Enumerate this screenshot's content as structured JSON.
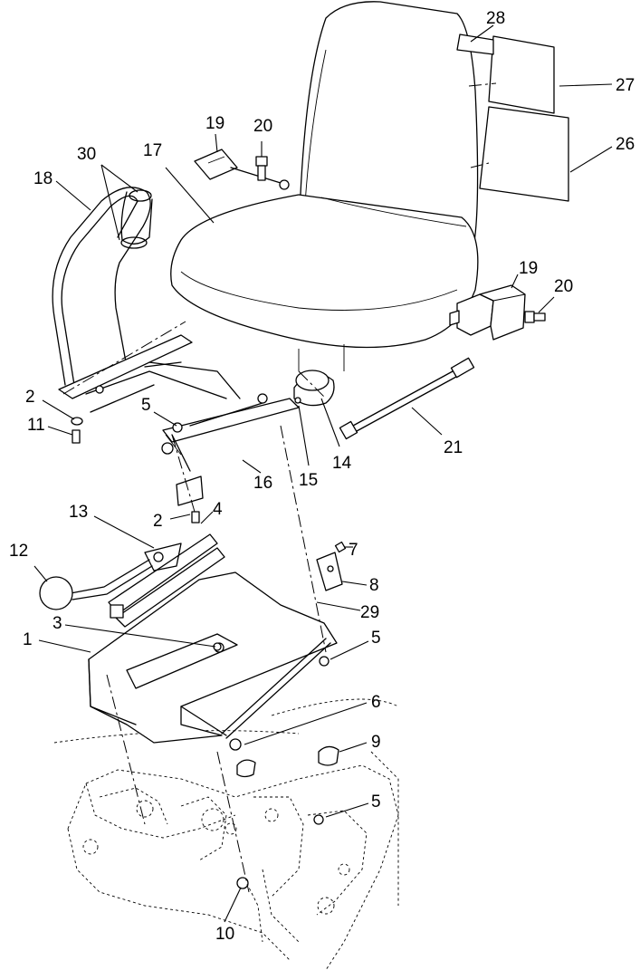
{
  "callouts": {
    "c1": "1",
    "c2a": "2",
    "c2b": "2",
    "c3": "3",
    "c4": "4",
    "c5a": "5",
    "c5b": "5",
    "c5c": "5",
    "c6": "6",
    "c7": "7",
    "c8": "8",
    "c9": "9",
    "c10": "10",
    "c11": "11",
    "c12": "12",
    "c13": "13",
    "c14": "14",
    "c15": "15",
    "c16": "16",
    "c17": "17",
    "c18": "18",
    "c19a": "19",
    "c19b": "19",
    "c20a": "20",
    "c20b": "20",
    "c21": "21",
    "c26": "26",
    "c27": "27",
    "c28": "28",
    "c29": "29",
    "c30": "30"
  }
}
